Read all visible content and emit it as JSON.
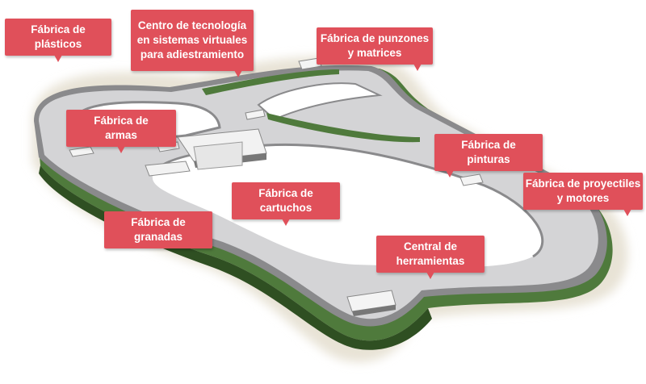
{
  "colors": {
    "label_bg": "#e0505a",
    "label_text": "#ffffff",
    "road": "#d4d4d6",
    "road_edge": "#8a8a8c",
    "grass": "#4f7a3c",
    "grass_dark": "#2f4f22",
    "ground": "#e8e3d6"
  },
  "labels": {
    "plasticos": [
      "Fábrica de",
      "plásticos"
    ],
    "centro": [
      "Centro de tecnología",
      "en sistemas virtuales",
      "para adiestramiento"
    ],
    "punzones": [
      "Fábrica de punzones",
      "y matrices"
    ],
    "armas": [
      "Fábrica de",
      "armas"
    ],
    "pinturas": [
      "Fábrica de",
      "pinturas"
    ],
    "proyectiles": [
      "Fábrica de proyectiles",
      "y motores"
    ],
    "cartuchos": [
      "Fábrica de",
      "cartuchos"
    ],
    "granadas": [
      "Fábrica de",
      "granadas"
    ],
    "herramientas": [
      "Central de",
      "herramientas"
    ]
  }
}
